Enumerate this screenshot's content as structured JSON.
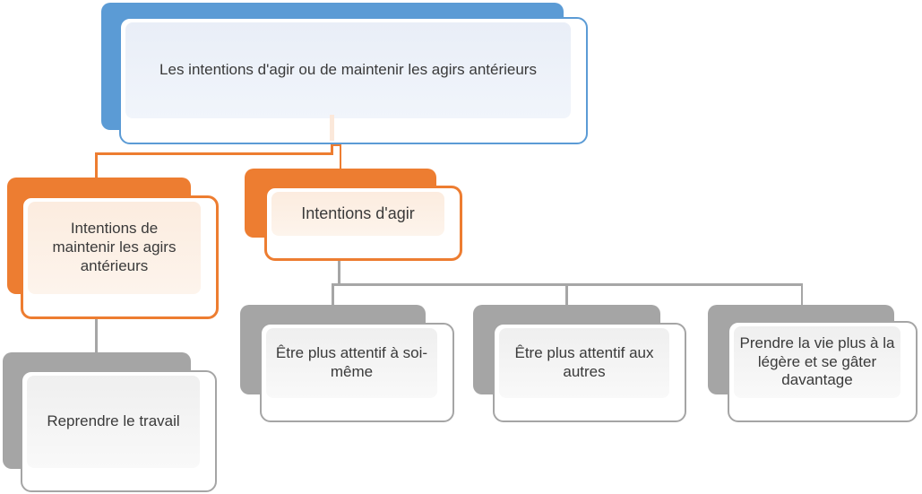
{
  "diagram": {
    "type": "hierarchy",
    "nodes": {
      "root": {
        "label": "Les intentions d'agir ou de maintenir les agirs antérieurs",
        "accent": "#5b9bd5",
        "level": 1
      },
      "maintenir": {
        "label": "Intentions de maintenir les agirs antérieurs",
        "accent": "#ed7d31",
        "level": 2
      },
      "agir": {
        "label": "Intentions d'agir",
        "accent": "#ed7d31",
        "level": 2
      },
      "reprendre": {
        "label": "Reprendre le travail",
        "accent": "#a5a5a5",
        "level": 3
      },
      "soi_meme": {
        "label": "Être plus attentif à soi-même",
        "accent": "#a5a5a5",
        "level": 3
      },
      "aux_autres": {
        "label": "Être plus attentif aux autres",
        "accent": "#a5a5a5",
        "level": 3
      },
      "prendre_vie": {
        "label": "Prendre la vie plus à la légère et se gâter davantage",
        "accent": "#a5a5a5",
        "level": 3
      }
    },
    "edges": [
      {
        "from": "root",
        "to": "maintenir"
      },
      {
        "from": "root",
        "to": "agir"
      },
      {
        "from": "maintenir",
        "to": "reprendre"
      },
      {
        "from": "agir",
        "to": "soi_meme"
      },
      {
        "from": "agir",
        "to": "aux_autres"
      },
      {
        "from": "agir",
        "to": "prendre_vie"
      }
    ],
    "colors": {
      "blue": "#5b9bd5",
      "orange": "#ed7d31",
      "gray": "#a5a5a5",
      "blue_tint": "#edf1f8",
      "orange_tint": "#fcefe5",
      "gray_tint": "#f2f2f2",
      "connector_orange": "#ed7d31",
      "connector_gray": "#a6a6a6",
      "text": "#3a3a3a",
      "background": "#ffffff"
    }
  }
}
